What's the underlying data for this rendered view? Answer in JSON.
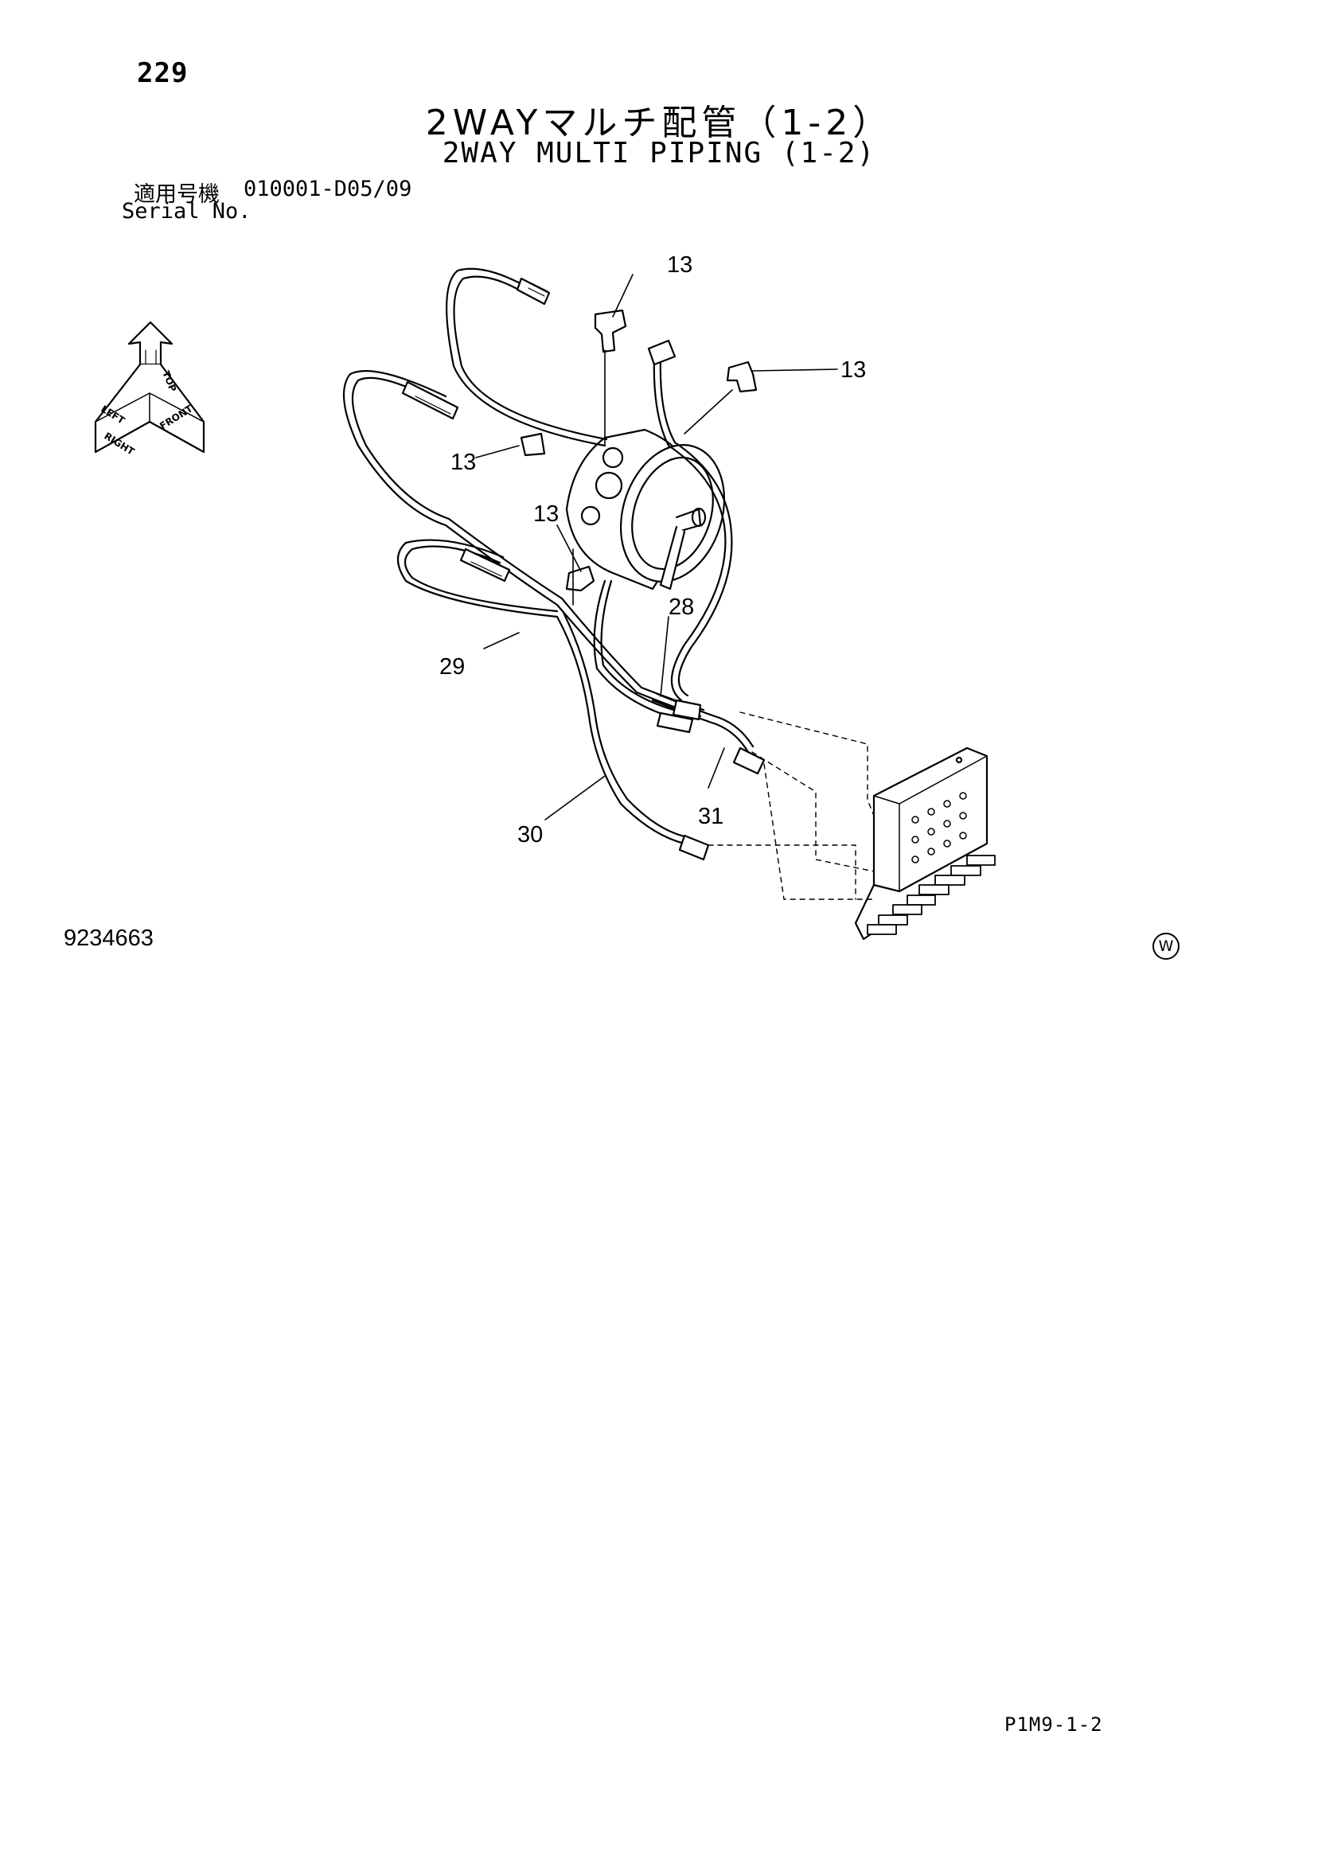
{
  "header": {
    "page_number": "229",
    "title_jp": "2WAYマルチ配管（1-2）",
    "title_en": "2WAY MULTI PIPING (1-2)",
    "serial_label_jp": "適用号機",
    "serial_value": "010001-D05/09",
    "serial_label_en": "Serial No."
  },
  "orientation": {
    "top": "TOP",
    "left": "LEFT",
    "right": "RIGHT",
    "front": "FRONT"
  },
  "callouts": {
    "c13_top": "13",
    "c13_right": "13",
    "c13_left": "13",
    "c13_mid": "13",
    "c28": "28",
    "c29": "29",
    "c30": "30",
    "c31": "31"
  },
  "footer": {
    "figure_number": "9234663",
    "w_mark": "W",
    "page_code": "P1M9-1-2"
  }
}
